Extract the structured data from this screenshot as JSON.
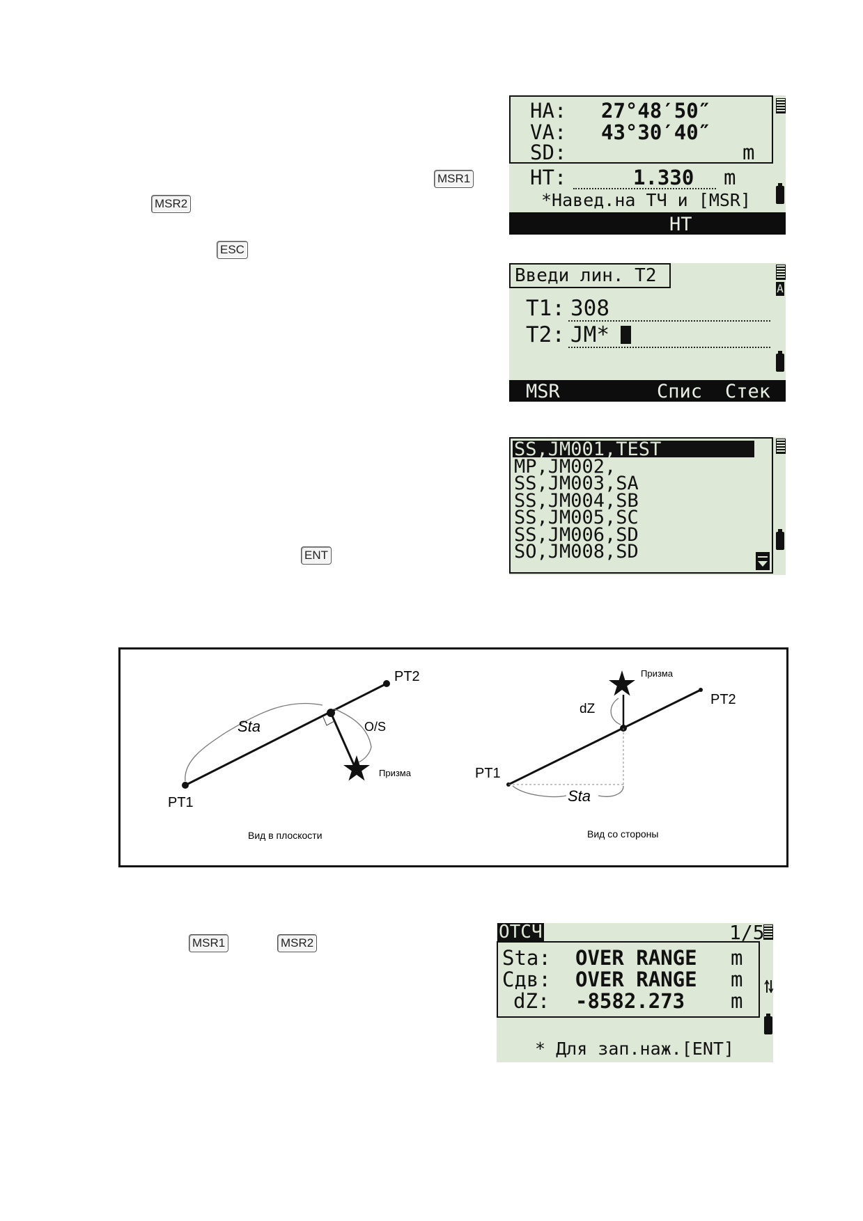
{
  "keys": {
    "msr1_a": "MSR1",
    "msr2_a": "MSR2",
    "esc": "ESC",
    "ent": "ENT",
    "msr1_b": "MSR1",
    "msr2_b": "MSR2"
  },
  "screen1": {
    "ha_label": "HA:",
    "ha_value": "27°48′50″",
    "va_label": "VA:",
    "va_value": "43°30′40″",
    "sd_label": "SD:",
    "sd_unit": "m",
    "ht_label": "HT:",
    "ht_value": "1.330",
    "ht_unit": "m",
    "prompt": "*Навед.на ТЧ и [MSR]",
    "softkey": "HT"
  },
  "screen2": {
    "title": "Введи лин. Т2",
    "mode_indicator": "A",
    "t1_label": "T1:",
    "t1_value": "308",
    "t2_label": "T2:",
    "t2_value": "JM*",
    "softkeys": [
      "MSR",
      "Спис",
      "Стек"
    ]
  },
  "screen3": {
    "items": [
      "SS,JM001,TEST",
      "MP,JM002,",
      "SS,JM003,SA",
      "SS,JM004,SB",
      "SS,JM005,SC",
      "SS,JM006,SD",
      "SO,JM008,SD"
    ],
    "selected_index": 0
  },
  "diagram": {
    "left": {
      "pt1": "PT1",
      "pt2": "PT2",
      "sta": "Sta",
      "os": "O/S",
      "prism": "Призма",
      "caption": "Вид в плоскости"
    },
    "right": {
      "pt1": "PT1",
      "pt2": "PT2",
      "sta": "Sta",
      "dz": "dZ",
      "prism": "Призма",
      "caption": "Вид со стороны"
    }
  },
  "screen4": {
    "title": "ОТСЧ",
    "page": "1/5",
    "sta_label": "Sta:",
    "sta_value": "OVER RANGE",
    "sta_unit": "m",
    "sdv_label": "Сдв:",
    "sdv_value": "OVER RANGE",
    "sdv_unit": "m",
    "dz_label": "dZ:",
    "dz_value": "-8582.273",
    "dz_unit": "m",
    "prompt": "* Для зап.наж.[ENT]"
  },
  "colors": {
    "lcd_bg": "#dde8d7",
    "lcd_ink": "#111111"
  }
}
